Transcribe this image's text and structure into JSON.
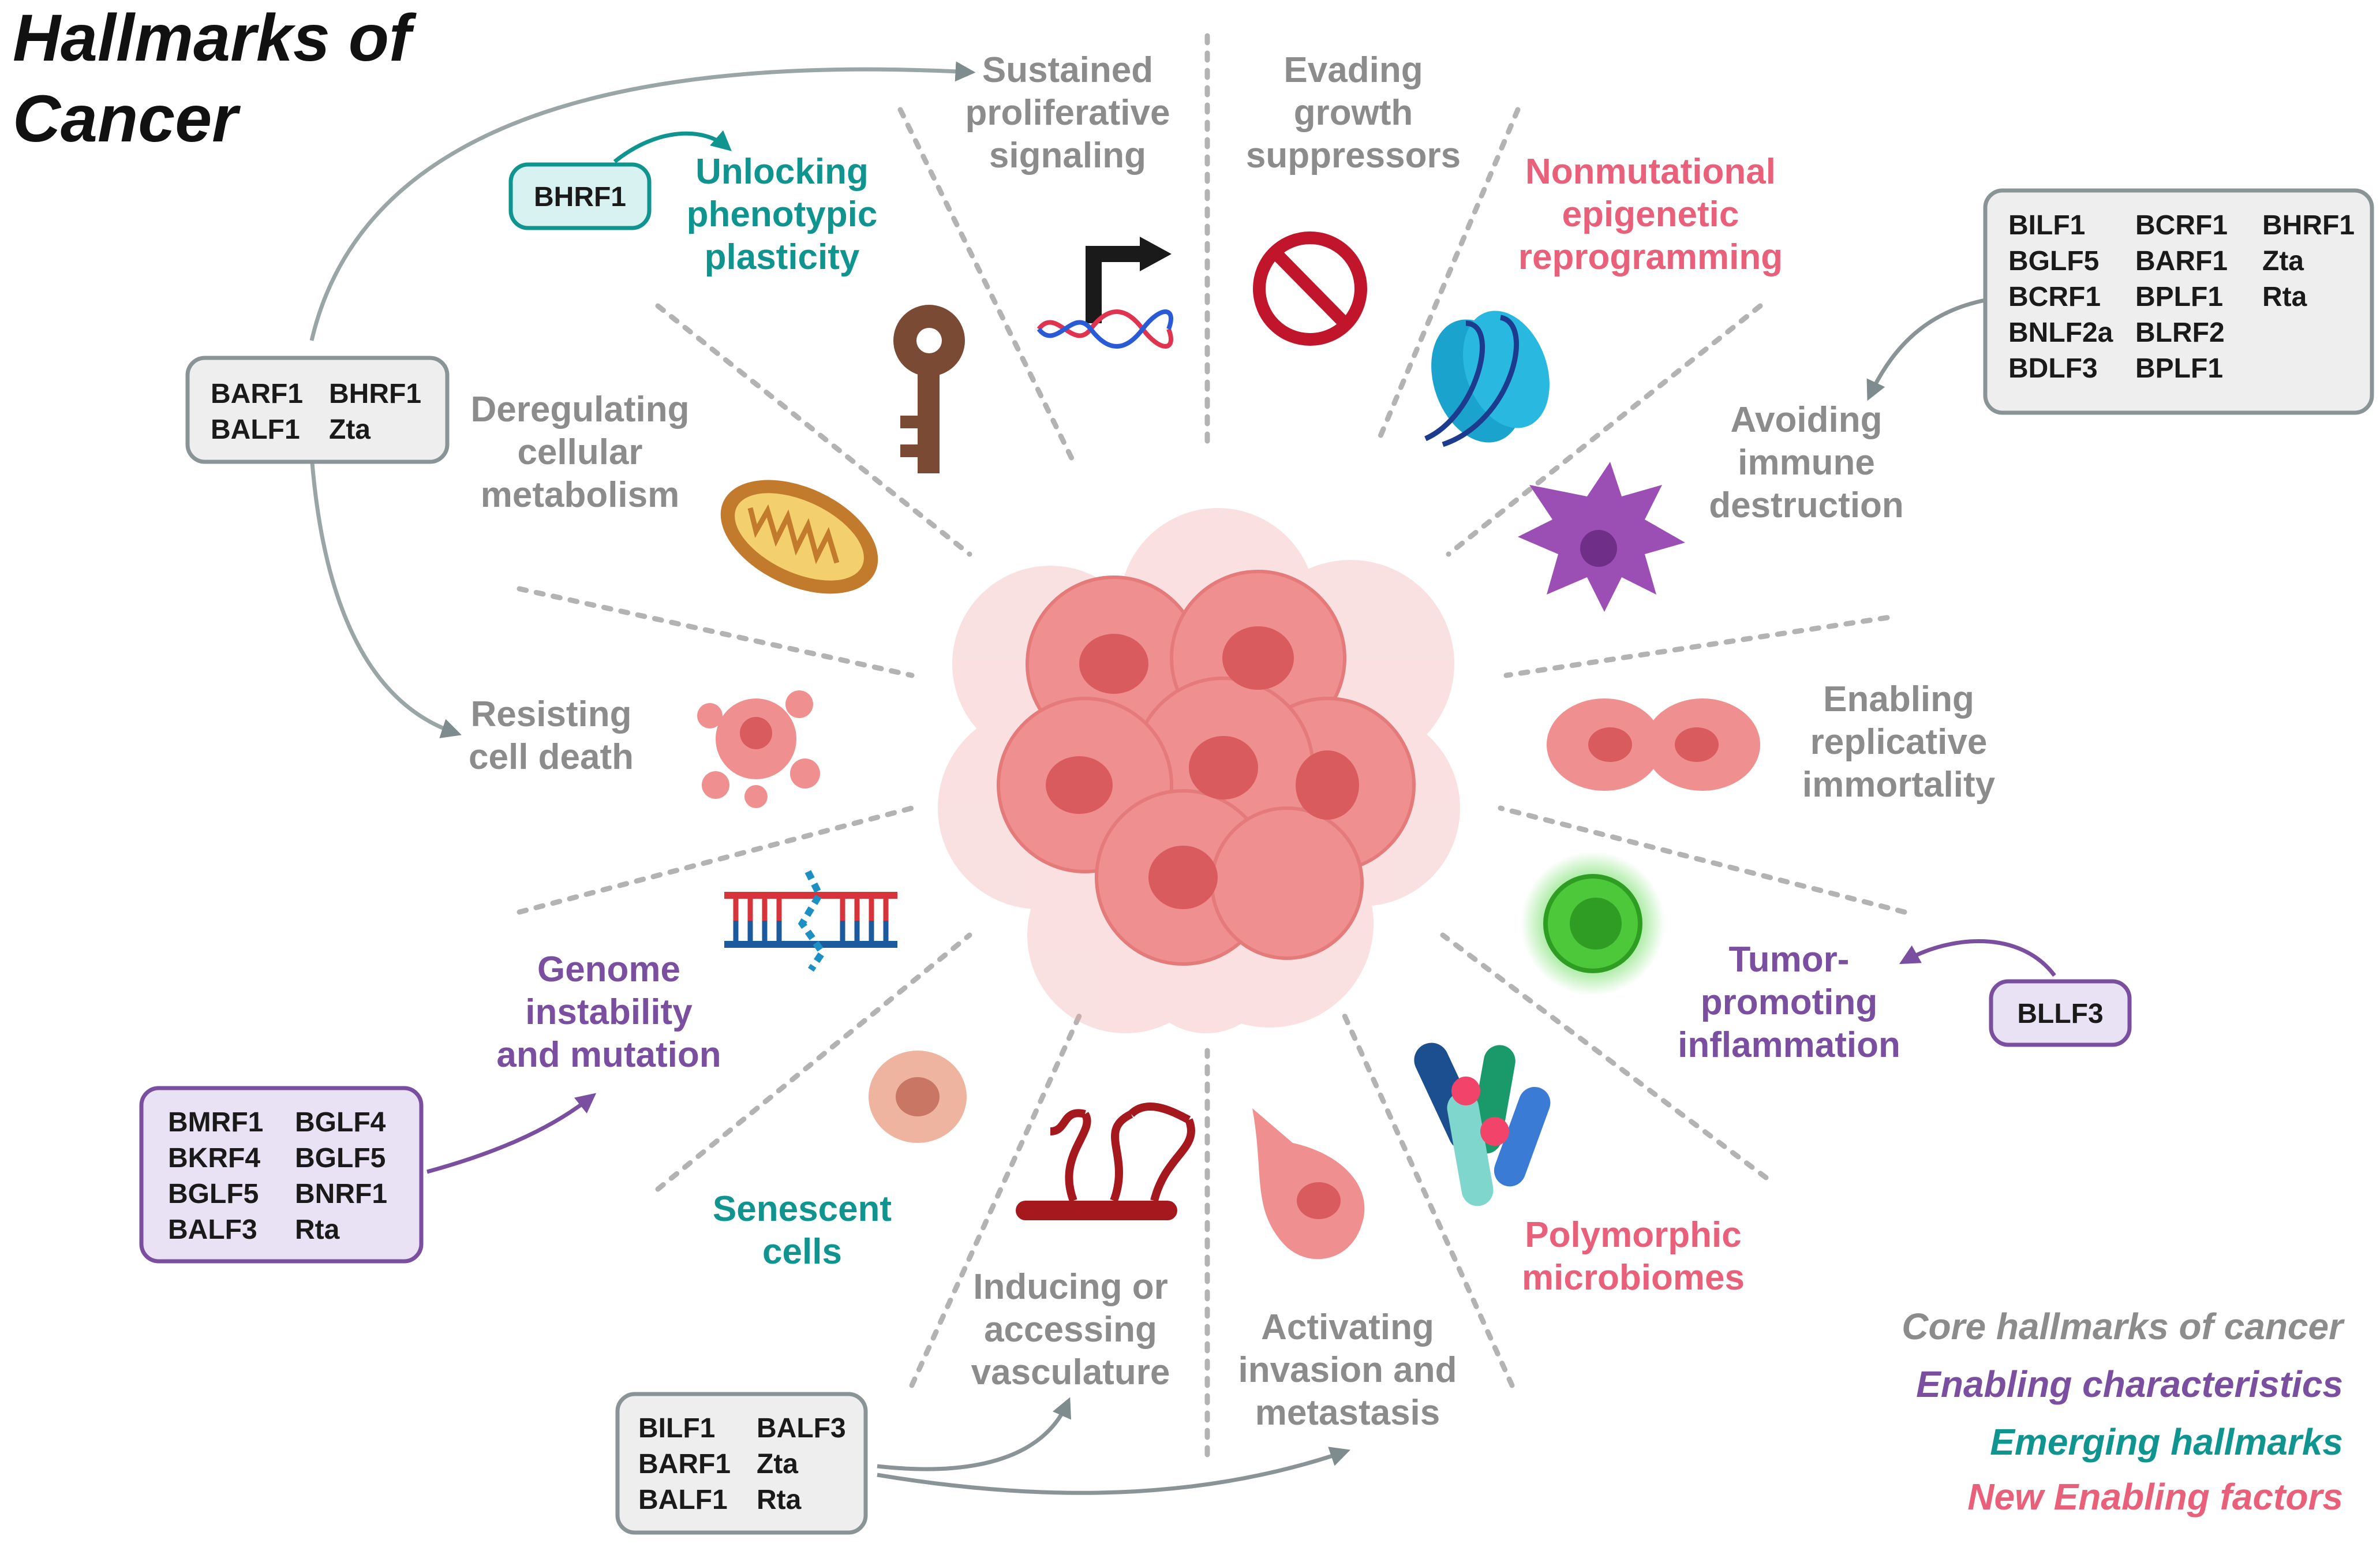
{
  "title": [
    "Hallmarks of",
    "Cancer"
  ],
  "colors": {
    "core": "#8c8c8c",
    "enabling": "#7a4fa0",
    "emerging": "#0f9490",
    "new": "#e8607a"
  },
  "hallmarks": [
    {
      "id": "sustained",
      "category": "core",
      "lines": [
        "Sustained",
        "proliferative",
        "signaling"
      ],
      "icon": "signaling-arrow-dna-icon"
    },
    {
      "id": "evading",
      "category": "core",
      "lines": [
        "Evading",
        "growth",
        "suppressors"
      ],
      "icon": "prohibition-sign-icon"
    },
    {
      "id": "nonmutational",
      "category": "new",
      "lines": [
        "Nonmutational",
        "epigenetic",
        "reprogramming"
      ],
      "icon": "nucleosome-icon"
    },
    {
      "id": "avoiding",
      "category": "core",
      "lines": [
        "Avoiding",
        "immune",
        "destruction"
      ],
      "icon": "immune-cell-icon"
    },
    {
      "id": "replicative",
      "category": "core",
      "lines": [
        "Enabling",
        "replicative",
        "immortality"
      ],
      "icon": "dividing-cell-icon"
    },
    {
      "id": "inflammation",
      "category": "enabling",
      "lines": [
        "Tumor-",
        "promoting",
        "inflammation"
      ],
      "icon": "glowing-cell-icon"
    },
    {
      "id": "microbiomes",
      "category": "new",
      "lines": [
        "Polymorphic",
        "microbiomes"
      ],
      "icon": "bacteria-icon"
    },
    {
      "id": "invasion",
      "category": "core",
      "lines": [
        "Activating",
        "invasion and",
        "metastasis"
      ],
      "icon": "migrating-cell-icon"
    },
    {
      "id": "vasculature",
      "category": "core",
      "lines": [
        "Inducing or",
        "accessing",
        "vasculature"
      ],
      "icon": "blood-vessel-icon"
    },
    {
      "id": "senescent",
      "category": "emerging",
      "lines": [
        "Senescent",
        "cells"
      ],
      "icon": "senescent-cell-icon"
    },
    {
      "id": "genome",
      "category": "enabling",
      "lines": [
        "Genome",
        "instability",
        "and mutation"
      ],
      "icon": "broken-dna-icon"
    },
    {
      "id": "celldeath",
      "category": "core",
      "lines": [
        "Resisting",
        "cell death"
      ],
      "icon": "apoptotic-cell-icon"
    },
    {
      "id": "metabolism",
      "category": "core",
      "lines": [
        "Deregulating",
        "cellular",
        "metabolism"
      ],
      "icon": "mitochondrion-icon"
    },
    {
      "id": "plasticity",
      "category": "emerging",
      "lines": [
        "Unlocking",
        "phenotypic",
        "plasticity"
      ],
      "icon": "key-icon"
    }
  ],
  "gene_boxes": [
    {
      "id": "bhrf1-box",
      "category": "emerging",
      "rows": [
        [
          "BHRF1"
        ]
      ]
    },
    {
      "id": "left-box",
      "category": "core",
      "rows": [
        [
          "BARF1",
          "BHRF1"
        ],
        [
          "BALF1",
          "Zta"
        ]
      ]
    },
    {
      "id": "immune-box",
      "category": "core",
      "rows": [
        [
          "BILF1",
          "BCRF1",
          "BHRF1"
        ],
        [
          "BGLF5",
          "BARF1",
          "Zta"
        ],
        [
          "BCRF1",
          "BPLF1",
          "Rta"
        ],
        [
          "BNLF2a",
          "BLRF2",
          ""
        ],
        [
          "BDLF3",
          "BPLF1",
          ""
        ]
      ]
    },
    {
      "id": "bllf3-box",
      "category": "enabling",
      "rows": [
        [
          "BLLF3"
        ]
      ]
    },
    {
      "id": "genome-box",
      "category": "enabling",
      "rows": [
        [
          "BMRF1",
          "BGLF4"
        ],
        [
          "BKRF4",
          "BGLF5"
        ],
        [
          "BGLF5",
          "BNRF1"
        ],
        [
          "BALF3",
          "Rta"
        ]
      ]
    },
    {
      "id": "bottom-box",
      "category": "core",
      "rows": [
        [
          "BILF1",
          "BALF3"
        ],
        [
          "BARF1",
          "Zta"
        ],
        [
          "BALF1",
          "Rta"
        ]
      ]
    }
  ],
  "legend": [
    {
      "category": "core",
      "text": "Core hallmarks of cancer"
    },
    {
      "category": "enabling",
      "text": "Enabling characteristics"
    },
    {
      "category": "emerging",
      "text": "Emerging hallmarks"
    },
    {
      "category": "new",
      "text": "New Enabling factors"
    }
  ]
}
